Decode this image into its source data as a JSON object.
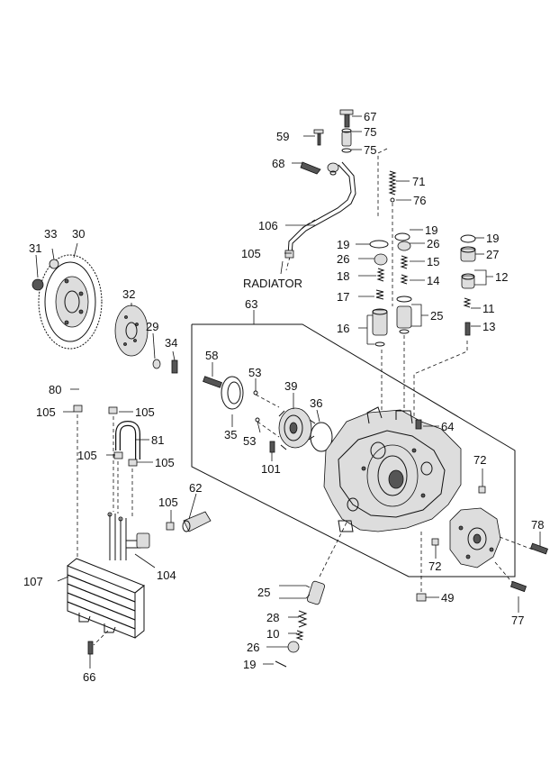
{
  "labels": {
    "radiator": "RADIATOR"
  },
  "callouts": [
    {
      "id": "c67",
      "text": "67"
    },
    {
      "id": "c75a",
      "text": "75"
    },
    {
      "id": "c59",
      "text": "59"
    },
    {
      "id": "c75b",
      "text": "75"
    },
    {
      "id": "c68",
      "text": "68"
    },
    {
      "id": "c71",
      "text": "71"
    },
    {
      "id": "c76",
      "text": "76"
    },
    {
      "id": "c106",
      "text": "106"
    },
    {
      "id": "c19a",
      "text": "19"
    },
    {
      "id": "c26a",
      "text": "26"
    },
    {
      "id": "c19b",
      "text": "19"
    },
    {
      "id": "c19c",
      "text": "19"
    },
    {
      "id": "c27",
      "text": "27"
    },
    {
      "id": "c105a",
      "text": "105"
    },
    {
      "id": "c26b",
      "text": "26"
    },
    {
      "id": "c15",
      "text": "15"
    },
    {
      "id": "c12",
      "text": "12"
    },
    {
      "id": "c18",
      "text": "18"
    },
    {
      "id": "c14",
      "text": "14"
    },
    {
      "id": "c17",
      "text": "17"
    },
    {
      "id": "c25a",
      "text": "25"
    },
    {
      "id": "c11",
      "text": "11"
    },
    {
      "id": "c16",
      "text": "16"
    },
    {
      "id": "c13",
      "text": "13"
    },
    {
      "id": "c33",
      "text": "33"
    },
    {
      "id": "c30",
      "text": "30"
    },
    {
      "id": "c31",
      "text": "31"
    },
    {
      "id": "c32",
      "text": "32"
    },
    {
      "id": "c29",
      "text": "29"
    },
    {
      "id": "c34",
      "text": "34"
    },
    {
      "id": "c63",
      "text": "63"
    },
    {
      "id": "c58",
      "text": "58"
    },
    {
      "id": "c53a",
      "text": "53"
    },
    {
      "id": "c39",
      "text": "39"
    },
    {
      "id": "c36",
      "text": "36"
    },
    {
      "id": "c80",
      "text": "80"
    },
    {
      "id": "c105b",
      "text": "105"
    },
    {
      "id": "c105c",
      "text": "105"
    },
    {
      "id": "c35",
      "text": "35"
    },
    {
      "id": "c53b",
      "text": "53"
    },
    {
      "id": "c64",
      "text": "64"
    },
    {
      "id": "c81",
      "text": "81"
    },
    {
      "id": "c105d",
      "text": "105"
    },
    {
      "id": "c105e",
      "text": "105"
    },
    {
      "id": "c101",
      "text": "101"
    },
    {
      "id": "c72a",
      "text": "72"
    },
    {
      "id": "c62",
      "text": "62"
    },
    {
      "id": "c105f",
      "text": "105"
    },
    {
      "id": "c78",
      "text": "78"
    },
    {
      "id": "c104",
      "text": "104"
    },
    {
      "id": "c72b",
      "text": "72"
    },
    {
      "id": "c107",
      "text": "107"
    },
    {
      "id": "c25b",
      "text": "25"
    },
    {
      "id": "c49",
      "text": "49"
    },
    {
      "id": "c28",
      "text": "28"
    },
    {
      "id": "c77",
      "text": "77"
    },
    {
      "id": "c10",
      "text": "10"
    },
    {
      "id": "c26c",
      "text": "26"
    },
    {
      "id": "c19d",
      "text": "19"
    },
    {
      "id": "c66",
      "text": "66"
    }
  ]
}
